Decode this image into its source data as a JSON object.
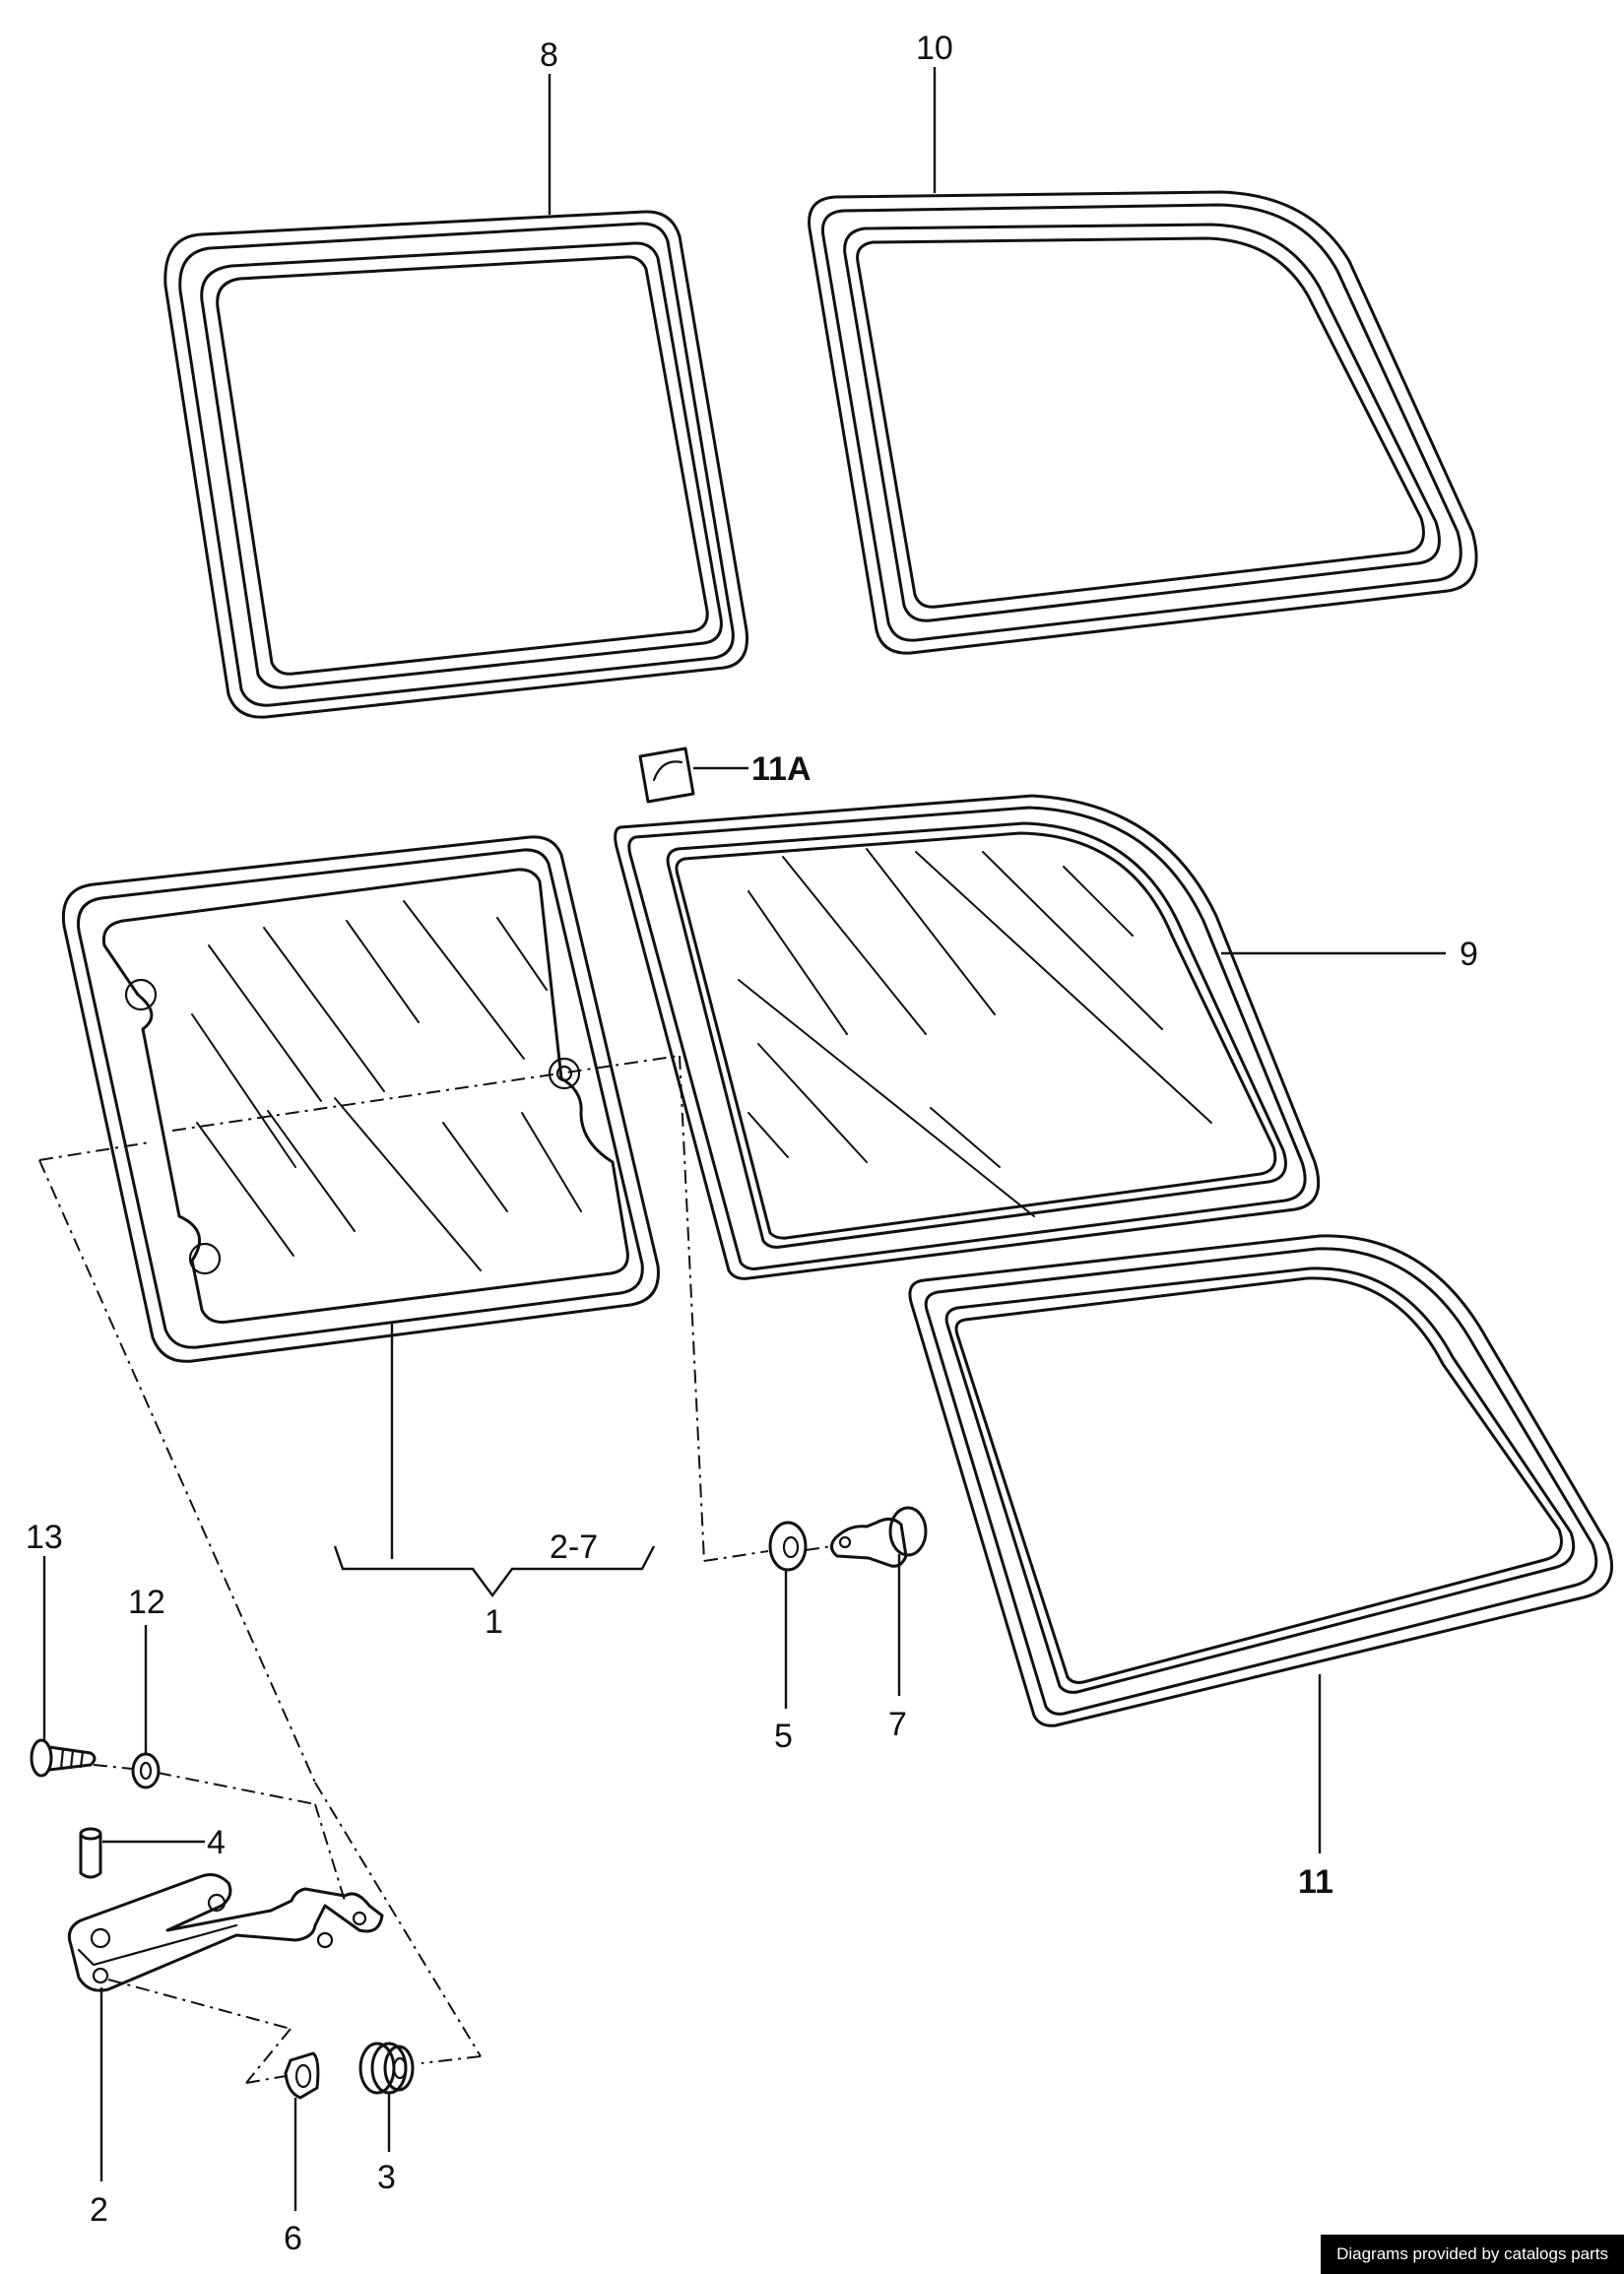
{
  "diagram": {
    "callouts": {
      "c1": "1",
      "c2": "2",
      "c3": "3",
      "c4": "4",
      "c5": "5",
      "c6": "6",
      "c7": "7",
      "c8": "8",
      "c9": "9",
      "c10": "10",
      "c11": "11",
      "c11a": "11A",
      "c12": "12",
      "c13": "13",
      "range": "2-7"
    }
  },
  "footer": {
    "credit": "Diagrams provided by catalogs parts"
  }
}
